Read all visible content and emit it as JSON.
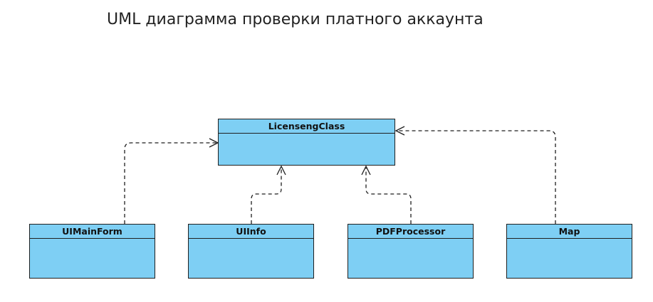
{
  "title": "UML диаграмма проверки платного аккаунта",
  "colors": {
    "class_fill": "#7ecff4",
    "stroke": "#1f1f1f"
  },
  "classes": [
    {
      "name": "LicensengClass"
    },
    {
      "name": "UIMainForm"
    },
    {
      "name": "UIInfo"
    },
    {
      "name": "PDFProcessor"
    },
    {
      "name": "Map"
    }
  ],
  "relations": [
    {
      "from": "UIMainForm",
      "to": "LicensengClass",
      "type": "dependency"
    },
    {
      "from": "UIInfo",
      "to": "LicensengClass",
      "type": "dependency"
    },
    {
      "from": "PDFProcessor",
      "to": "LicensengClass",
      "type": "dependency"
    },
    {
      "from": "Map",
      "to": "LicensengClass",
      "type": "dependency"
    }
  ]
}
